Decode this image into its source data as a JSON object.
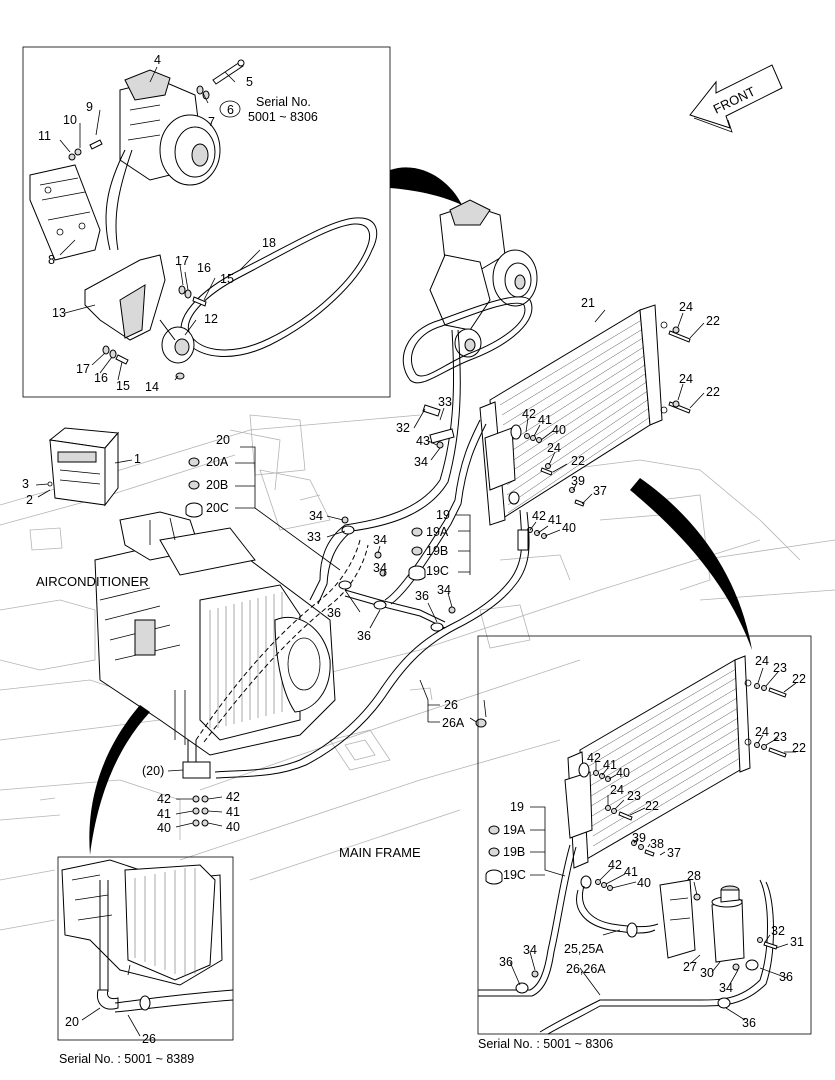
{
  "direction_label": "FRONT",
  "area_labels": {
    "airconditioner": "AIRCONDITIONER",
    "main_frame": "MAIN FRAME"
  },
  "serial_notes": {
    "compressor_note_line1": "Serial No.",
    "compressor_note_line2": "5001 ~ 8306",
    "left_inset": "Serial No. : 5001 ~ 8389",
    "right_inset": "Serial No. : 5001 ~ 8306"
  },
  "callouts": {
    "c4": "4",
    "c5": "5",
    "c6": "6",
    "c7": "7",
    "c8": "8",
    "c9": "9",
    "c10": "10",
    "c11": "11",
    "c12": "12",
    "c13": "13",
    "c14": "14",
    "c15a": "15",
    "c15b": "15",
    "c16a": "16",
    "c16b": "16",
    "c17a": "17",
    "c17b": "17",
    "c18": "18",
    "c1": "1",
    "c2": "2",
    "c3": "3",
    "c20": "20",
    "c20a": "20A",
    "c20b": "20B",
    "c20c": "20C",
    "c21": "21",
    "c22a": "22",
    "c22b": "22",
    "c22c": "22",
    "c24a": "24",
    "c24b": "24",
    "c24c": "24",
    "c32": "32",
    "c33a": "33",
    "c33b": "33",
    "c43": "43",
    "c34a": "34",
    "c34b": "34",
    "c34c": "34",
    "c34d": "34",
    "c42a": "42",
    "c41a": "41",
    "c40a": "40",
    "c42b": "42",
    "c41b": "41",
    "c40b": "40",
    "c39": "39",
    "c37": "37",
    "c19": "19",
    "c19a": "19A",
    "c19b": "19B",
    "c19c": "19C",
    "c36a": "36",
    "c36b": "36",
    "c36c": "36",
    "c26": "26",
    "c26a": "26A",
    "c20p": "(20)",
    "l42a": "42",
    "l41a": "41",
    "l40a": "40",
    "r42a": "42",
    "r41a": "41",
    "r40a": "40",
    "i20": "20",
    "i26": "26",
    "r24a": "24",
    "r23a": "23",
    "r22a": "22",
    "r24b": "24",
    "r23b": "23",
    "r22b": "22",
    "r42": "42",
    "r41": "41",
    "r40": "40",
    "r24c": "24",
    "r23c": "23",
    "r22c": "22",
    "r39": "39",
    "r38": "38",
    "r37": "37",
    "r42d": "42",
    "r41d": "41",
    "r40d": "40",
    "r19": "19",
    "r19a": "19A",
    "r19b": "19B",
    "r19c": "19C",
    "r28": "28",
    "r25": "25,25A",
    "r27": "27",
    "r30": "30",
    "r32": "32",
    "r31": "31",
    "r36a": "36",
    "r34": "34",
    "r36b": "36",
    "r2626": "26,26A",
    "r34b": "34",
    "r36c": "36"
  }
}
